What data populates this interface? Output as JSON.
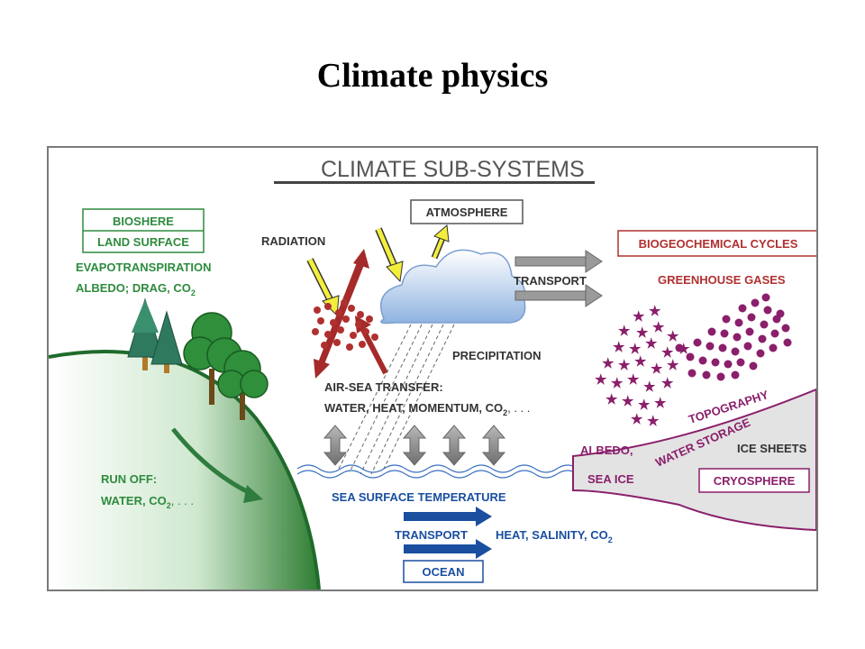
{
  "slide": {
    "title": "Climate physics"
  },
  "diagram": {
    "header": "CLIMATE SUB-SYSTEMS",
    "land": {
      "box_top": "BIOSHERE",
      "box_bottom": "LAND SURFACE",
      "line1": "EVAPOTRANSPIRATION",
      "line2": "ALBEDO; DRAG, CO",
      "line2_sub": "2",
      "runoff1": "RUN OFF:",
      "runoff2": "WATER, CO",
      "runoff2_sub": "2",
      "runoff2_tail": ", . . ."
    },
    "atmosphere": {
      "box": "ATMOSPHERE",
      "radiation": "RADIATION",
      "transport": "TRANSPORT",
      "precipitation": "PRECIPITATION"
    },
    "air_sea": {
      "line1": "AIR-SEA TRANSFER:",
      "line2": "WATER, HEAT, MOMENTUM, CO",
      "line2_sub": "2",
      "line2_tail": ", . . ."
    },
    "biogeo": {
      "box": "BIOGEOCHEMICAL CYCLES",
      "greenhouse": "GREENHOUSE GASES"
    },
    "cryo": {
      "topography": "TOPOGRAPHY",
      "water_storage": "WATER STORAGE",
      "albedo": "ALBEDO,",
      "ice_sheets": "ICE SHEETS",
      "sea_ice": "SEA ICE",
      "box": "CRYOSPHERE"
    },
    "ocean": {
      "sst": "SEA SURFACE TEMPERATURE",
      "transport": "TRANSPORT",
      "heat": "HEAT, SALINITY, CO",
      "heat_sub": "2",
      "box": "OCEAN"
    },
    "colors": {
      "green": "#2e8b3e",
      "darkgreen": "#1f6b2c",
      "blue": "#1a4fa0",
      "purple": "#8a1f6b",
      "red": "#b03030",
      "darkred": "#a52a2a",
      "yellow": "#f3ee3c",
      "gray": "#8c8c8c"
    }
  }
}
